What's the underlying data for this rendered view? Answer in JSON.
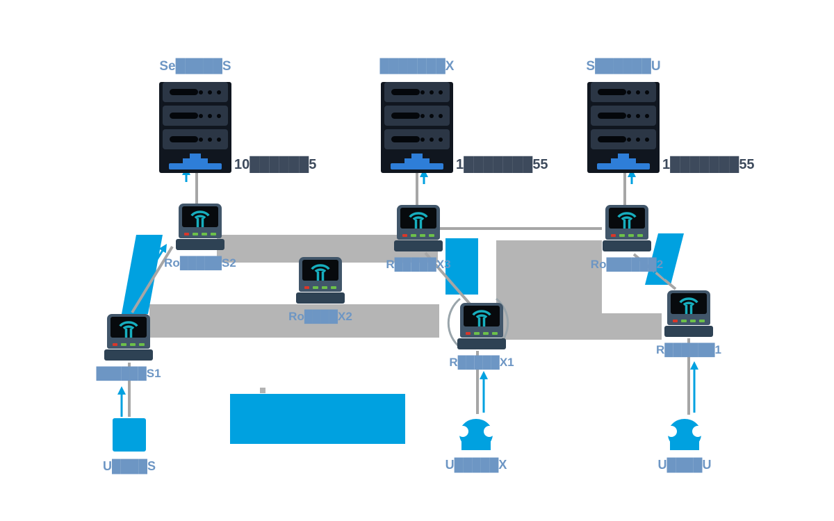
{
  "colors": {
    "background": "#ffffff",
    "cyan": "#00a1e0",
    "label_blue": "#6d96c4",
    "ip_dark": "#3d4a5c",
    "band_gray": "#b5b5b5",
    "line_gray": "#a6a6a6",
    "router_body": "#41566a",
    "router_base": "#2e4254",
    "wifi_teal": "#17aebe",
    "led_green": "#6cc04a",
    "led_red": "#d8372a",
    "server_body": "#2b3645",
    "server_dark": "#10161f",
    "server_blue": "#2e7ed8"
  },
  "servers": [
    {
      "id": "server-s",
      "label": "Se█████S",
      "ip": "10██████5"
    },
    {
      "id": "server-x",
      "label": "███████X",
      "ip": "1███████55"
    },
    {
      "id": "server-u",
      "label": "S██████U",
      "ip": "1███████55"
    }
  ],
  "routers": [
    {
      "id": "router-s2",
      "label": "Ro█████S2"
    },
    {
      "id": "router-x3",
      "label": "R█████X3"
    },
    {
      "id": "router-u2",
      "label": "Ro██████2"
    },
    {
      "id": "router-x2",
      "label": "Ro████X2"
    },
    {
      "id": "router-x1",
      "label": "R█████X1"
    },
    {
      "id": "router-u1",
      "label": "R██████1"
    },
    {
      "id": "router-s1",
      "label": "██████S1"
    }
  ],
  "users": [
    {
      "id": "user-s",
      "label": "U████S"
    },
    {
      "id": "user-x",
      "label": "U█████X"
    },
    {
      "id": "user-u",
      "label": "U████U"
    }
  ]
}
